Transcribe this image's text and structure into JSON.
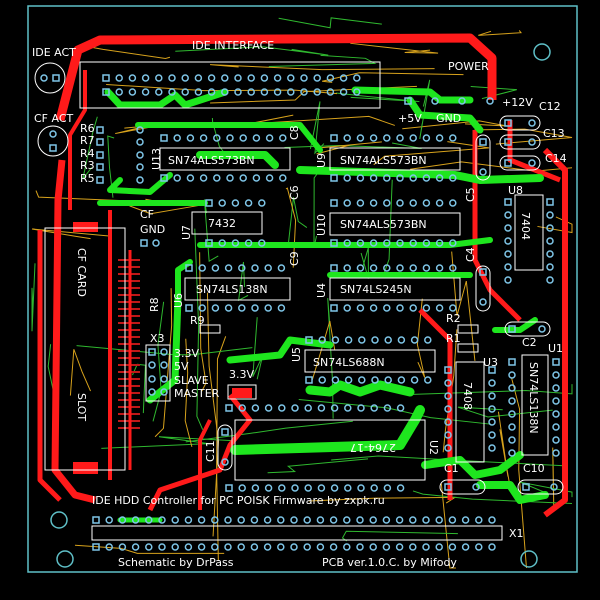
{
  "board": {
    "title_label": "IDE INTERFACE",
    "footer_line1": "IDE HDD Controller for PC POISK   Firmware by zxpk.ru",
    "footer_schematic": "Schematic by DrPass",
    "footer_pcb": "PCB ver.1.0.C. by Mifody"
  },
  "colors": {
    "background": "#000000",
    "outline": "#5fc0c8",
    "top_copper": "#ff1a1a",
    "bottom_copper": "#1ee61e",
    "thin_trace_a": "#d7a21c",
    "thin_trace_b": "#2fb82f",
    "pad": "#7fc6e8",
    "silkscreen": "#ffffff"
  },
  "labels": {
    "ide_act": "IDE ACT",
    "cf_act": "CF ACT",
    "power": "POWER",
    "plus12v": "+12V",
    "plus5v": "+5V",
    "gnd": "GND",
    "c12": "C12",
    "c13": "C13",
    "c14": "C14",
    "r6": "R6",
    "r7": "R7",
    "r4": "R4",
    "r3": "R3",
    "r5": "R5",
    "u13": "U13",
    "u13_part": "SN74ALS573BN",
    "u9": "U9",
    "u9_part": "SN74ALS573BN",
    "u10": "U10",
    "u10_part": "SN74ALS573BN",
    "u8": "U8",
    "u8_part": "7404",
    "c5": "C5",
    "c8": "C8",
    "c9": "C9",
    "c6": "C6",
    "c4": "C4",
    "u7": "U7",
    "u7_part": "7432",
    "cf": "CF",
    "cf_gnd": "GND",
    "cf_card": "CF CARD",
    "slot": "SLOT",
    "u6": "U6",
    "u6_part": "SN74LS138N",
    "u4": "U4",
    "u4_part": "SN74LS245N",
    "r8": "R8",
    "r9": "R9",
    "r2": "R2",
    "r1": "R1",
    "c2": "C2",
    "u1": "U1",
    "u1_part": "SN74LS138N",
    "u3": "U3",
    "u3_part": "7408",
    "x3": "X3",
    "x3_33v": "3.3V",
    "x3_5v": "5V",
    "x3_slave": "SLAVE",
    "x3_master": "MASTER",
    "reg_33v": "3.3V",
    "u5": "U5",
    "u5_part": "SN74LS688N",
    "c11": "C11",
    "u2": "U2",
    "u2_part": "2764-17",
    "c1": "C1",
    "c10": "C10",
    "x1": "X1"
  }
}
